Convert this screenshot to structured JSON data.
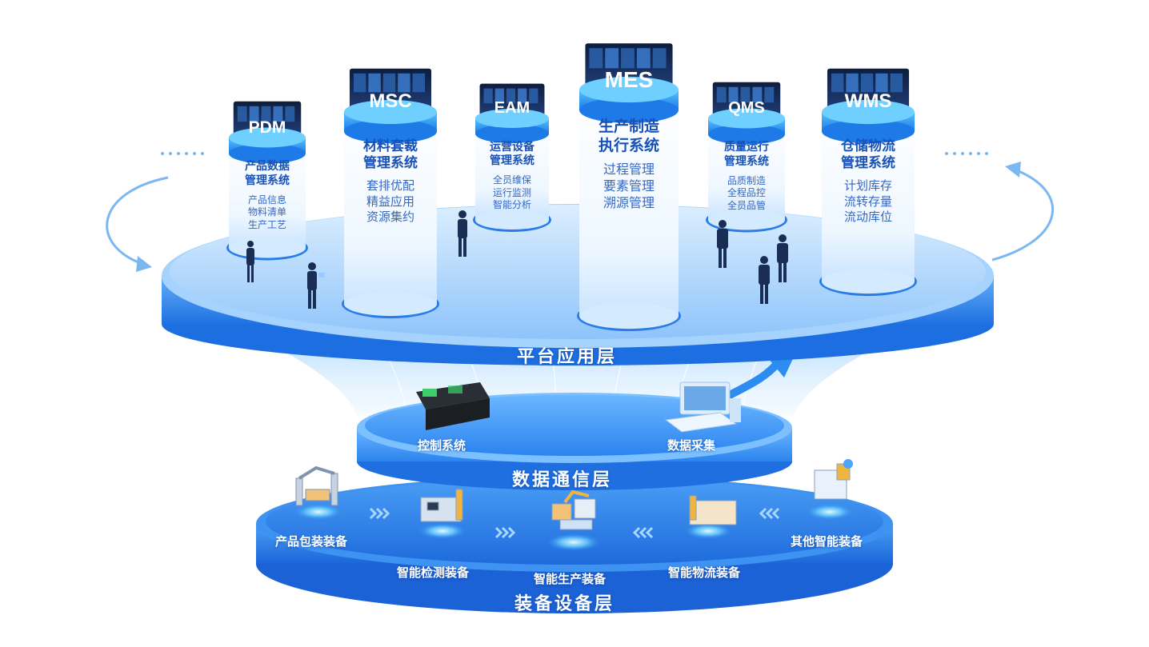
{
  "layers": {
    "platform": "平台应用层",
    "data": "数据通信层",
    "equipment": "装备设备层"
  },
  "systems": [
    {
      "code": "PDM",
      "name": [
        "产品数据",
        "管理系统"
      ],
      "items": [
        "产品信息",
        "物料清单",
        "生产工艺"
      ]
    },
    {
      "code": "MSC",
      "name": [
        "材料套裁",
        "管理系统"
      ],
      "items": [
        "套排优配",
        "精益应用",
        "资源集约"
      ]
    },
    {
      "code": "EAM",
      "name": [
        "运营设备",
        "管理系统"
      ],
      "items": [
        "全员维保",
        "运行监测",
        "智能分析"
      ]
    },
    {
      "code": "MES",
      "name": [
        "生产制造",
        "执行系统"
      ],
      "items": [
        "过程管理",
        "要素管理",
        "溯源管理"
      ]
    },
    {
      "code": "QMS",
      "name": [
        "质量运行",
        "管理系统"
      ],
      "items": [
        "品质制造",
        "全程品控",
        "全员品管"
      ]
    },
    {
      "code": "WMS",
      "name": [
        "仓储物流",
        "管理系统"
      ],
      "items": [
        "计划库存",
        "流转存量",
        "流动库位"
      ]
    }
  ],
  "data_layer_items": [
    "控制系统",
    "数据采集"
  ],
  "equipment_items": [
    "产品包装装备",
    "智能检测装备",
    "智能生产装备",
    "智能物流装备",
    "其他智能装备"
  ],
  "colors": {
    "accent": "#1e6fe0",
    "deep": "#1852b8",
    "light": "#bfe0ff"
  },
  "icons": [
    "screen-icon",
    "person-icon",
    "arrow-icon",
    "plc-device-icon",
    "computer-icon",
    "robot-arm-icon",
    "chevron-icon"
  ]
}
